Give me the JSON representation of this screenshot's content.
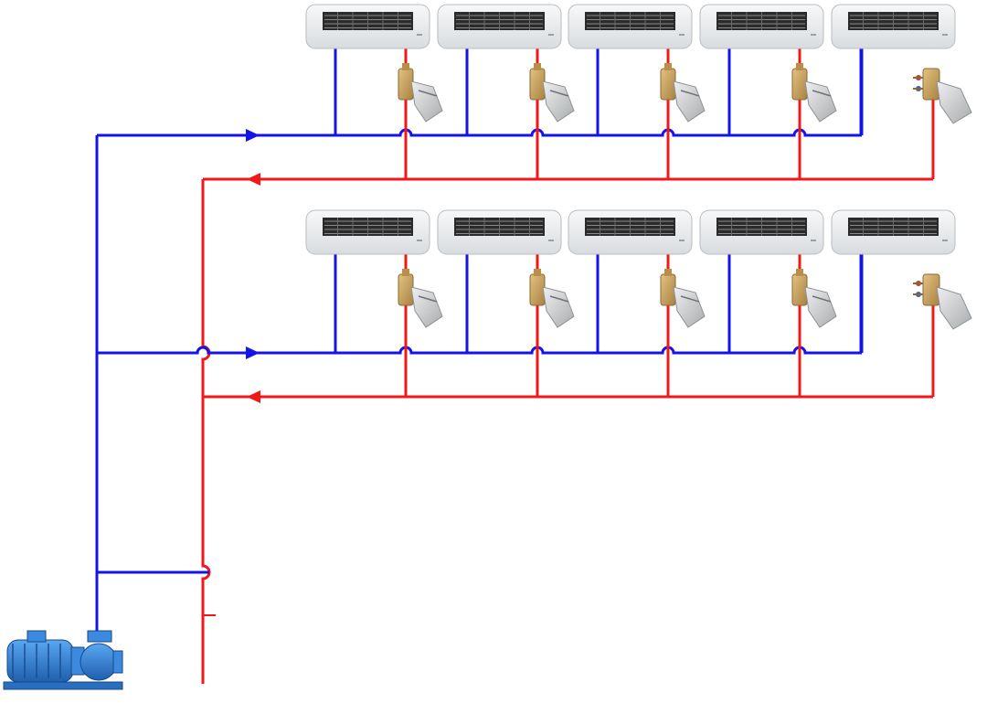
{
  "diagram": {
    "description_type": "hydronic piping schematic",
    "colors": {
      "supply_pipe": "#1414e6",
      "return_pipe": "#f01818",
      "pump_body": "#2f7fd6",
      "fan_coil_casing": "#eceef0",
      "fan_coil_grille": "#2b2b2b",
      "valve_brass": "#c9a35c",
      "actuator": "#d2d4d6"
    },
    "rows": [
      {
        "id": "upper",
        "fan_coil_units": 5,
        "balancing_valves": 4,
        "differential_valves": 1
      },
      {
        "id": "lower",
        "fan_coil_units": 5,
        "balancing_valves": 4,
        "differential_valves": 1
      }
    ],
    "components": {
      "pump": "circulation-pump",
      "fan_coil": "fan-coil-unit",
      "valve": "balancing-valve",
      "valve_alt": "differential-pressure-valve"
    },
    "flow": {
      "supply_direction": "right",
      "return_direction": "left"
    }
  }
}
